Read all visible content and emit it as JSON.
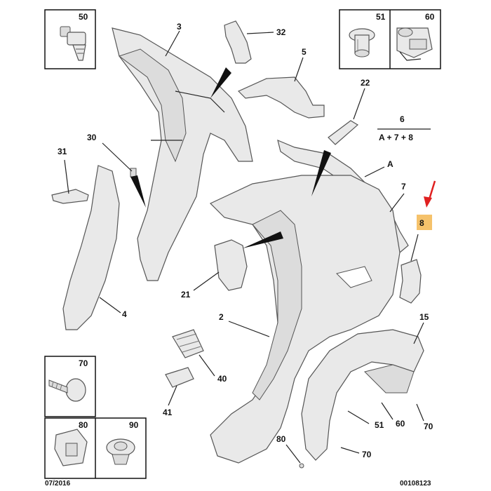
{
  "colors": {
    "highlight": "#f5c26b",
    "arrow": "#e02020",
    "part_fill": "#e9e9e9",
    "outline": "#555555"
  },
  "boxes": {
    "b50": "50",
    "b51": "51",
    "b60": "60",
    "b70": "70",
    "b80": "80",
    "b90": "90"
  },
  "labels": {
    "l3": "3",
    "l32": "32",
    "l5": "5",
    "l22": "22",
    "l6": "6",
    "l6sum": "A + 7 + 8",
    "lA": "A",
    "l7": "7",
    "l8": "8",
    "l30": "30",
    "l31": "31",
    "l4": "4",
    "l21": "21",
    "l2": "2",
    "l40": "40",
    "l41": "41",
    "l15": "15",
    "l51": "51",
    "l60": "60",
    "l70a": "70",
    "l80": "80",
    "l70b": "70"
  },
  "footer": {
    "date": "07/2016",
    "ref": "00108123"
  }
}
